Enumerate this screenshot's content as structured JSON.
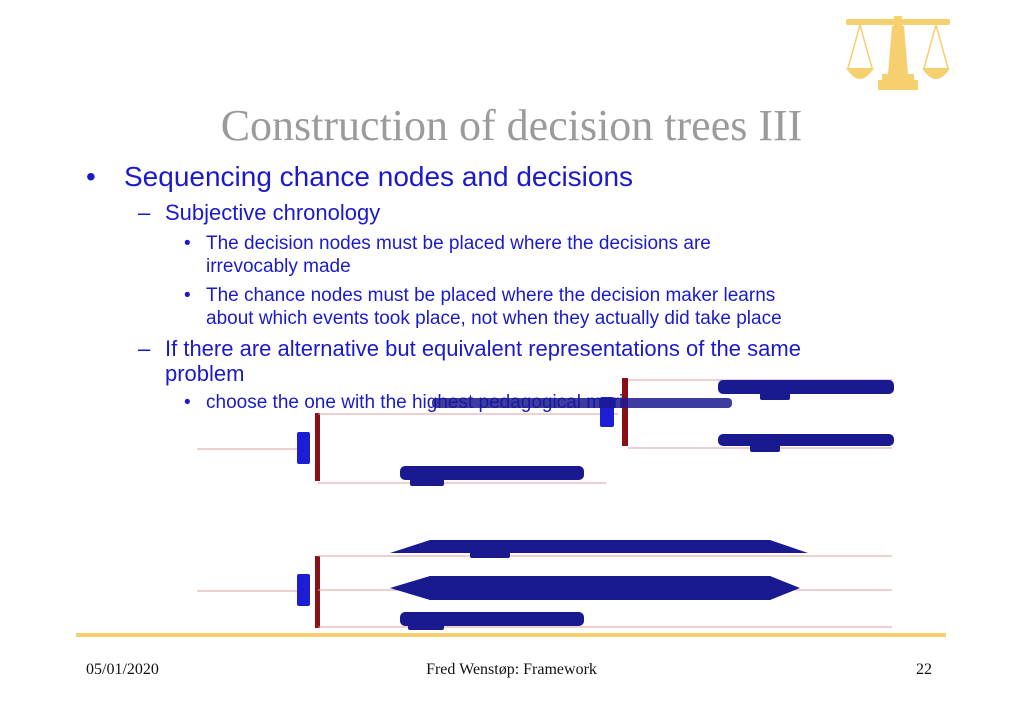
{
  "slide": {
    "title": "Construction of decision trees III",
    "bullets": {
      "level1": "Sequencing chance nodes and decisions",
      "subjective": "Subjective chronology",
      "decision_nodes_line1": "The decision nodes must be placed where the decisions are",
      "decision_nodes_line2": "irrevocably made",
      "chance_nodes_line1": "The chance nodes must be placed where the decision maker learns",
      "chance_nodes_line2": "about which events took place, not when they actually did take place",
      "alternative_line1": "If there are alternative but equivalent representations of the same",
      "alternative_line2": "problem",
      "choose": "choose the one with the highest pedagogical merit"
    },
    "markers": {
      "level1": "•",
      "level2": "–",
      "level3": "•"
    }
  },
  "footer": {
    "date": "05/01/2020",
    "author": "Fred Wenstøp: Framework",
    "page": "22"
  },
  "colors": {
    "title": "#9b9b9b",
    "text": "#1a1acc",
    "node_decision": "#1d1dd6",
    "node_chance": "#8b0f17",
    "branch": "#d9a0a6",
    "footer_rule": "#f6cf6f",
    "logo": "#f6cf6f",
    "garbled_label": "#1a1a90"
  },
  "icons": {
    "logo": "scales-of-justice-icon"
  }
}
